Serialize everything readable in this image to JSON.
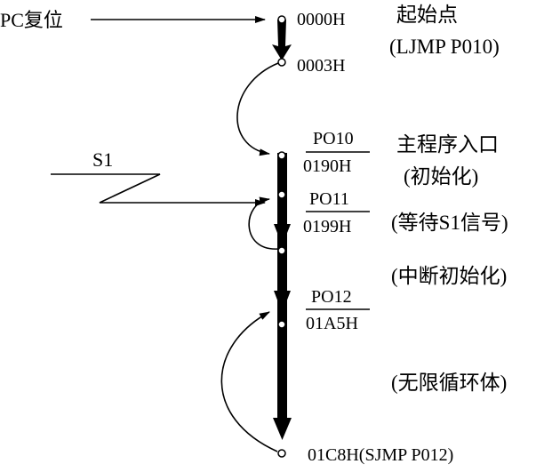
{
  "left_labels": {
    "pc_reset": "PC复位",
    "s1": "S1"
  },
  "addresses": {
    "a0000": "0000H",
    "a0003": "0003H",
    "p010_label": "PO10",
    "p010_addr": "0190H",
    "p011_label": "PO11",
    "p011_addr": "0199H",
    "p012_label": "PO12",
    "p012_addr": "01A5H",
    "end": "01C8H(SJMP P012)"
  },
  "notes": {
    "start": "起始点",
    "ljmp": "(LJMP P010)",
    "main_entry": "主程序入口",
    "init": "(初始化)",
    "wait_s1": "(等待S1信号)",
    "int_init": "(中断初始化)",
    "infinite_loop": "(无限循环体)"
  }
}
